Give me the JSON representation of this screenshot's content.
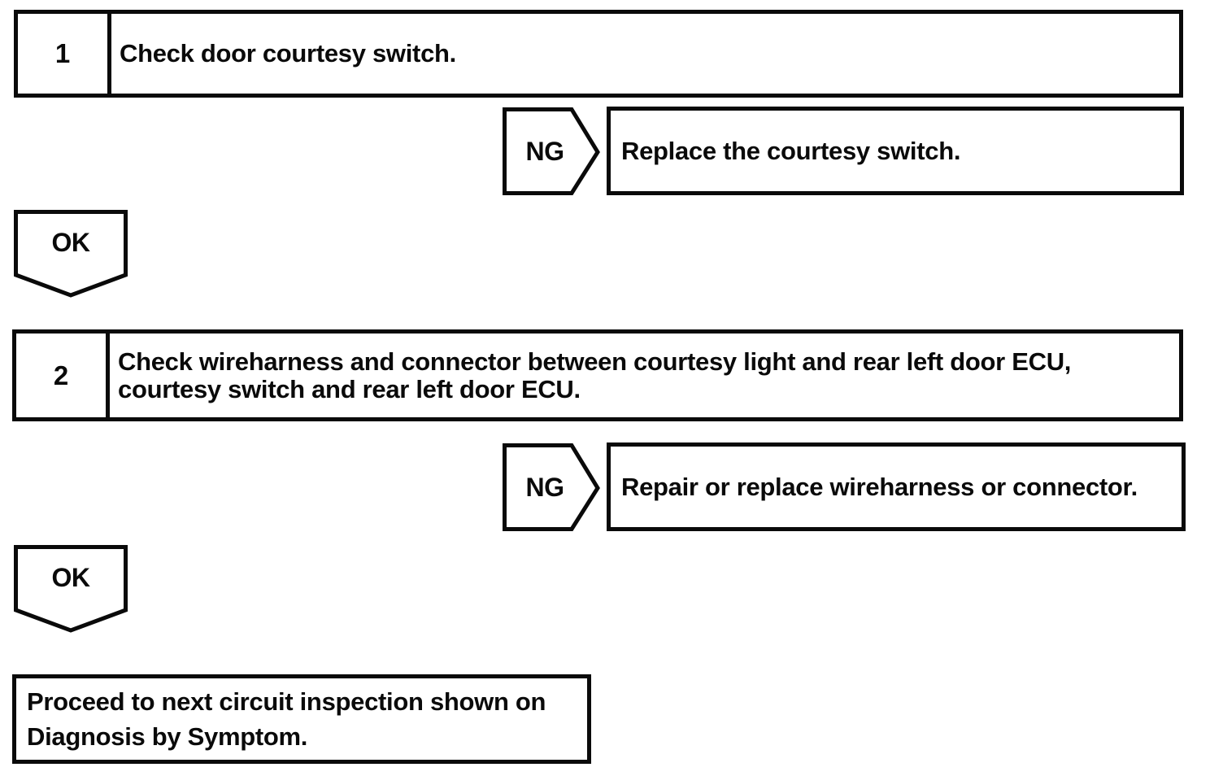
{
  "colors": {
    "ink": "#0a0a0a",
    "paper": "#ffffff"
  },
  "flowchart": {
    "steps": [
      {
        "number": "1",
        "instruction": "Check door courtesy switch.",
        "ng": {
          "label": "NG",
          "action": "Replace the courtesy switch."
        },
        "ok": {
          "label": "OK"
        }
      },
      {
        "number": "2",
        "instruction": "Check wireharness and connector between courtesy light and rear left door ECU, courtesy switch and rear left door ECU.",
        "ng": {
          "label": "NG",
          "action": "Repair or replace wireharness or connector."
        },
        "ok": {
          "label": "OK"
        }
      }
    ],
    "end": {
      "lines": [
        "Proceed to next circuit inspection shown on",
        "Diagnosis by Symptom."
      ]
    }
  }
}
